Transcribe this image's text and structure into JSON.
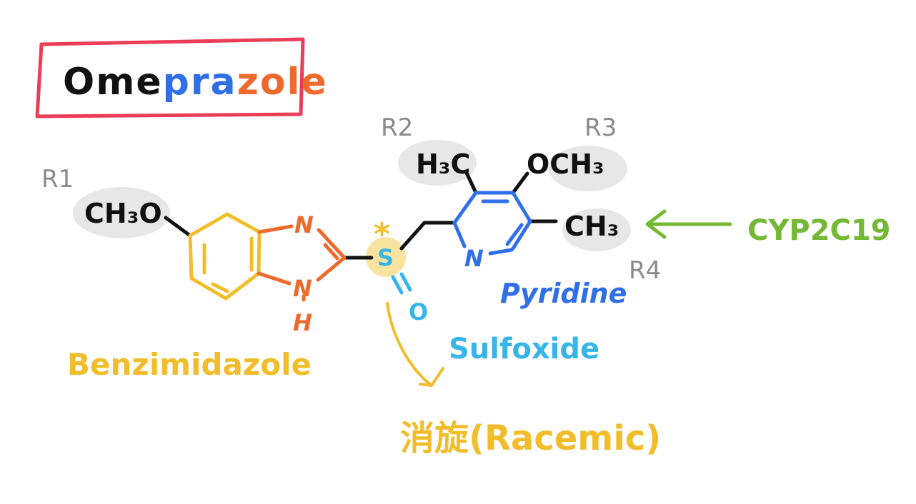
{
  "title": {
    "part1": "Ome",
    "part2": "pra",
    "part3": "zole"
  },
  "labels": {
    "r1": "R1",
    "r2": "R2",
    "r3": "R3",
    "r4": "R4",
    "ch3o": "CH₃O",
    "h3c": "H₃C",
    "och3": "OCH₃",
    "ch3": "CH₃",
    "n_top": "N",
    "n_bottom": "N",
    "h": "H",
    "n_pyridine": "N",
    "sulfur": "S",
    "oxygen": "O",
    "star": "*",
    "benzimidazole": "Benzimidazole",
    "pyridine": "Pyridine",
    "sulfoxide": "Sulfoxide",
    "racemic": "消旋(Racemic)",
    "enzyme": "CYP2C19"
  },
  "colors": {
    "frame": "#ec3d58",
    "black": "#111111",
    "blue": "#2f6fe8",
    "orange": "#ee6a2c",
    "yellow": "#f2bd2b",
    "cyan": "#35b5e8",
    "gray": "#8a8a8a",
    "green": "#75b836",
    "highlight": "#e7e7e7",
    "sulfur_highlight": "#f8e3a0"
  }
}
